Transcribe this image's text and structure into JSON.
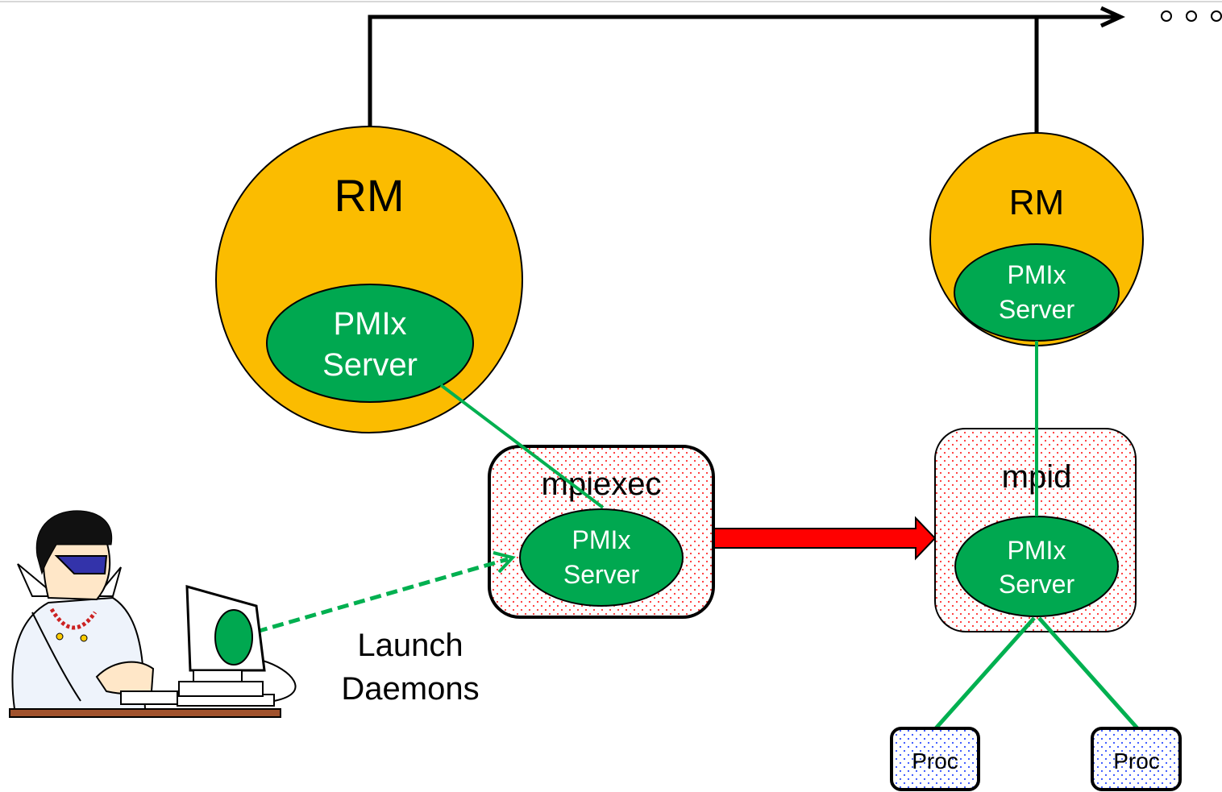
{
  "colors": {
    "rm_fill": "#fbbc00",
    "pmix_fill": "#00a850",
    "green_link": "#00b050",
    "red_arrow": "#ff0000",
    "daemon_dots": "#ff3030",
    "proc_dots": "#3050ff"
  },
  "rm_left": {
    "label": "RM",
    "pmix_line1": "PMIx",
    "pmix_line2": "Server"
  },
  "rm_right": {
    "label": "RM",
    "pmix_line1": "PMIx",
    "pmix_line2": "Server"
  },
  "mpiexec": {
    "label": "mpiexec",
    "pmix_line1": "PMIx",
    "pmix_line2": "Server"
  },
  "mpid": {
    "label": "mpid",
    "pmix_line1": "PMIx",
    "pmix_line2": "Server"
  },
  "procs": [
    {
      "label": "Proc"
    },
    {
      "label": "Proc"
    }
  ],
  "launch": {
    "line1": "Launch",
    "line2": "Daemons"
  },
  "icons": {
    "user": "user-at-computer-icon",
    "continuation": "ellipsis-icon"
  }
}
